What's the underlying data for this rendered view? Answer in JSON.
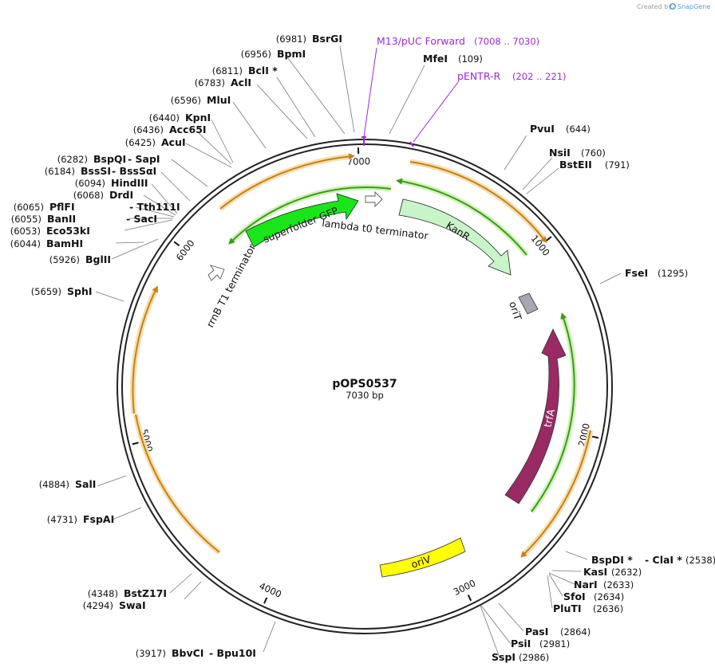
{
  "credit": {
    "prefix": "Created by",
    "brand": "SnapGene"
  },
  "plasmid": {
    "name": "pOPS0537",
    "length_label": "7030 bp",
    "length": 7030
  },
  "ticks": [
    {
      "pos": 1000,
      "label": "1000"
    },
    {
      "pos": 2000,
      "label": "2000"
    },
    {
      "pos": 3000,
      "label": "3000"
    },
    {
      "pos": 4000,
      "label": "4000"
    },
    {
      "pos": 5000,
      "label": "5000"
    },
    {
      "pos": 6000,
      "label": "6000"
    },
    {
      "pos": 7000,
      "label": "7000"
    }
  ],
  "primers": [
    {
      "name": "M13/pUC Forward",
      "pos": "(7008 .. 7030)"
    },
    {
      "name": "pENTR-R",
      "pos": "(202 .. 221)"
    }
  ],
  "sites_left": [
    {
      "pos": "(6981)",
      "name": "BsrGI"
    },
    {
      "pos": "(6956)",
      "name": "BpmI"
    },
    {
      "pos": "(6811)",
      "name": "BclI *"
    },
    {
      "pos": "(6783)",
      "name": "AclI"
    },
    {
      "pos": "(6596)",
      "name": "MluI"
    },
    {
      "pos": "(6440)",
      "name": "KpnI"
    },
    {
      "pos": "(6436)",
      "name": "Acc65I"
    },
    {
      "pos": "(6425)",
      "name": "AcuI"
    },
    {
      "pos": "(6282)",
      "name": "BspQI",
      "name2": "- SapI"
    },
    {
      "pos": "(6184)",
      "name": "BssSI",
      "name2": "- BssSαI"
    },
    {
      "pos": "(6094)",
      "name": "HindIII"
    },
    {
      "pos": "(6068)",
      "name": "DrdI"
    },
    {
      "pos": "(6065)",
      "name": "PflFI",
      "name2": "- Tth111I"
    },
    {
      "pos": "(6055)",
      "name": "BanII",
      "name2": "- SacI"
    },
    {
      "pos": "(6053)",
      "name": "Eco53kI"
    },
    {
      "pos": "(6044)",
      "name": "BamHI"
    },
    {
      "pos": "(5926)",
      "name": "BglII"
    },
    {
      "pos": "(5659)",
      "name": "SphI"
    },
    {
      "pos": "(4884)",
      "name": "SalI"
    },
    {
      "pos": "(4731)",
      "name": "FspAI"
    },
    {
      "pos": "(4348)",
      "name": "BstZ17I"
    },
    {
      "pos": "(4294)",
      "name": "SwaI"
    },
    {
      "pos": "(3917)",
      "name": "BbvCI",
      "name2": "- Bpu10I"
    }
  ],
  "sites_right": [
    {
      "name": "MfeI",
      "pos": "(109)"
    },
    {
      "name": "PvuI",
      "pos": "(644)"
    },
    {
      "name": "NsiI",
      "pos": "(760)"
    },
    {
      "name": "BstEII",
      "pos": "(791)"
    },
    {
      "name": "FseI",
      "pos": "(1295)"
    },
    {
      "name": "BspDI *",
      "name2": "- ClaI *",
      "pos": "(2538)"
    },
    {
      "name": "KasI",
      "pos": "(2632)"
    },
    {
      "name": "NarI",
      "pos": "(2633)"
    },
    {
      "name": "SfoI",
      "pos": "(2634)"
    },
    {
      "name": "PluTI",
      "pos": "(2636)"
    },
    {
      "name": "PasI",
      "pos": "(2864)"
    },
    {
      "name": "PsiI",
      "pos": "(2981)"
    },
    {
      "name": "SspI",
      "pos": "(2986)"
    }
  ],
  "features": {
    "sfgfp": "superfolder GFP",
    "t0": "lambda t0 terminator",
    "kanr": "KanR",
    "rrnb": "rrnB T1 terminator",
    "orit": "oriT",
    "trfa": "trfA",
    "oriv": "oriV"
  },
  "colors": {
    "backbone": "#222222",
    "orf_arrow": "#d9901f",
    "orf_glow": "#f6dfae",
    "sfgfp": "#19e619",
    "kanr": "#c8f5c8",
    "trfa": "#9a2a63",
    "orit": "#a3a8b1",
    "oriv": "#ffff00",
    "terminator": "#ffffff",
    "primer": "#9b2bd6",
    "green_arrow": "#3d9a1a"
  }
}
